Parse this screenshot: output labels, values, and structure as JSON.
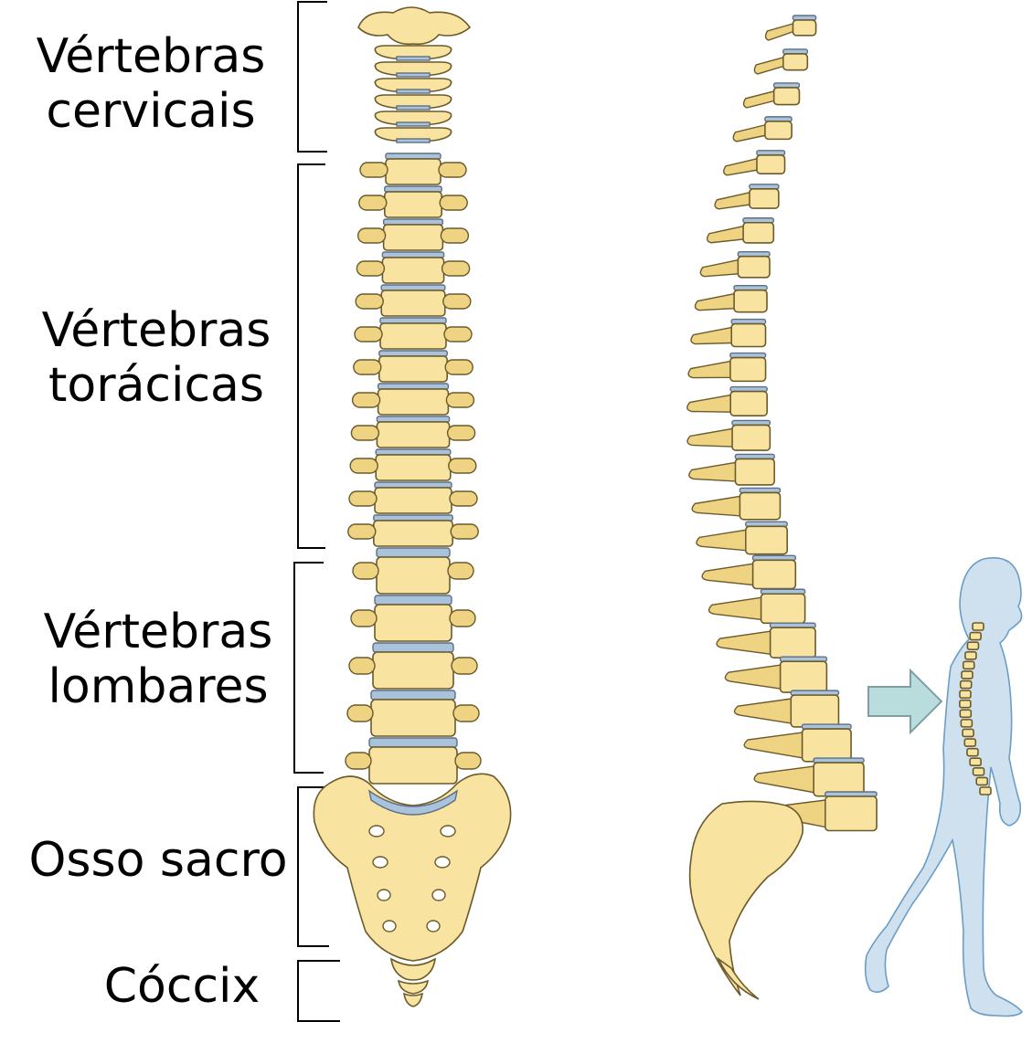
{
  "labels": {
    "cervical": [
      "Vértebras",
      "cervicais"
    ],
    "thoracic": [
      "Vértebras",
      "torácicas"
    ],
    "lumbar": [
      "Vértebras",
      "lombares"
    ],
    "sacrum": "Osso sacro",
    "coccyx": "Cóccix"
  },
  "colors": {
    "bone": "#f8e3a0",
    "disc": "#a9c3dc",
    "outline": "#6b5a2a",
    "silhouette": "#cfe0ee",
    "silhouette_outline": "#6a9ec6",
    "arrow": "#b9dcdc"
  },
  "icons": [
    "spine-front-view",
    "spine-side-view",
    "arrow-right-icon",
    "walking-person-silhouette"
  ]
}
